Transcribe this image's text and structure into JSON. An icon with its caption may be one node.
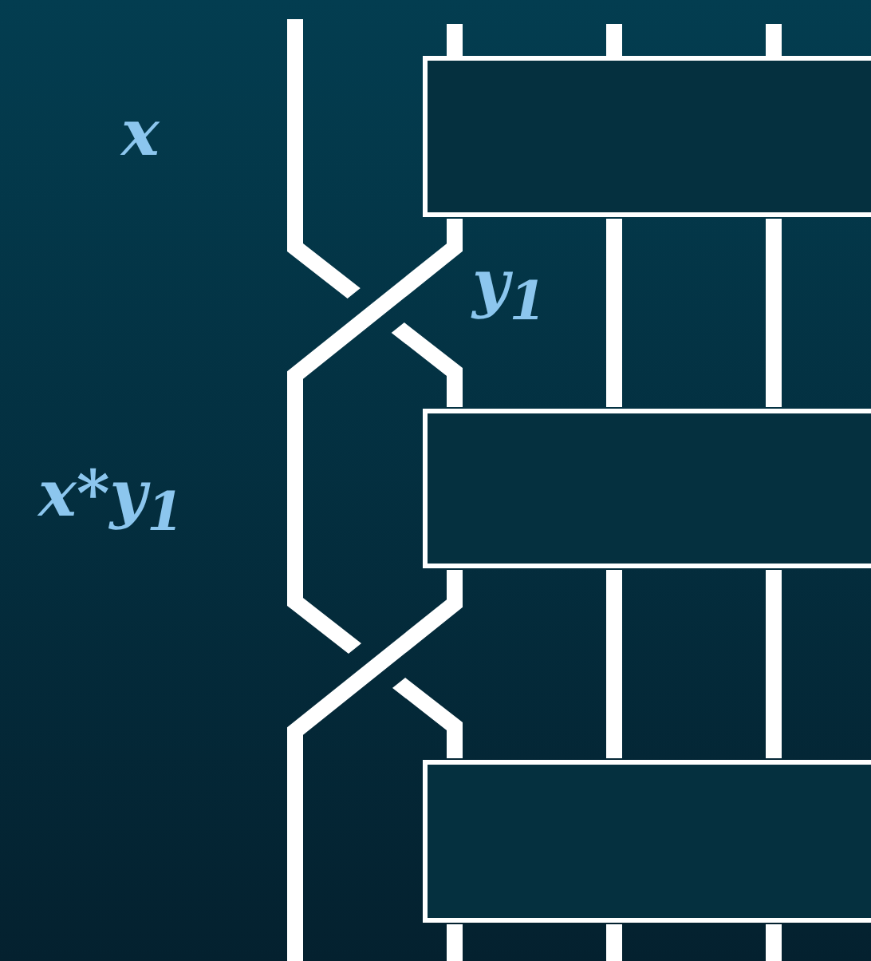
{
  "diagram": {
    "nodes": [
      {
        "text": [],
        "shape": "box"
      },
      {
        "text": [],
        "shape": "box"
      },
      {
        "text": [],
        "shape": "box"
      }
    ],
    "edges": [
      {
        "from": 0,
        "to": 1,
        "arrow": "none"
      },
      {
        "from": 0,
        "to": 1,
        "arrow": "none"
      },
      {
        "from": 1,
        "to": 2,
        "arrow": "none"
      },
      {
        "from": 1,
        "to": 2,
        "arrow": "none"
      },
      {
        "from": null,
        "to": 1,
        "arrow": "none"
      },
      {
        "from": 0,
        "to": 2,
        "arrow": "none"
      },
      {
        "from": 1,
        "to": null,
        "arrow": "none"
      }
    ],
    "labels": [
      "x",
      "y$_{1}$",
      "x*y$_{1}$"
    ]
  }
}
